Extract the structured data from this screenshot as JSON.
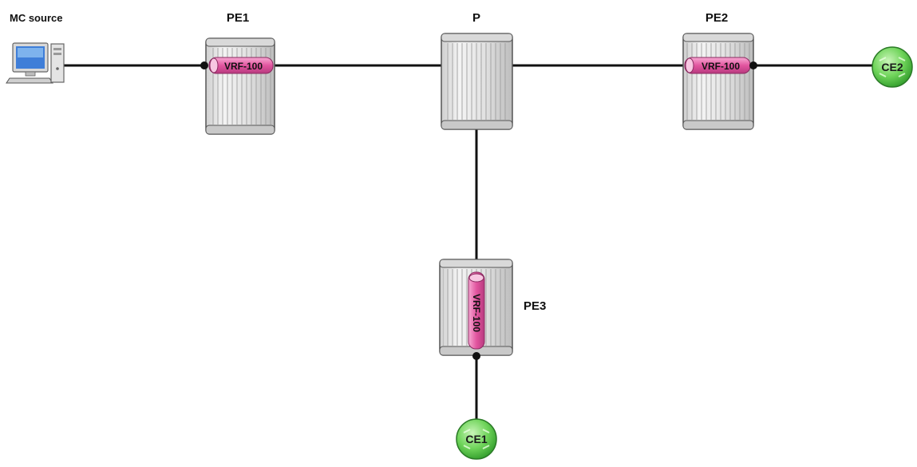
{
  "source": {
    "label": "MC source",
    "icon": "desktop-computer-icon"
  },
  "routers": {
    "pe1": {
      "label": "PE1",
      "vrf": "VRF-100"
    },
    "p": {
      "label": "P"
    },
    "pe2": {
      "label": "PE2",
      "vrf": "VRF-100"
    },
    "pe3": {
      "label": "PE3",
      "vrf": "VRF-100"
    }
  },
  "ce": {
    "ce1": {
      "label": "CE1"
    },
    "ce2": {
      "label": "CE2"
    }
  },
  "colors": {
    "link": "#111111",
    "vrf": "#e85aa8",
    "ce_fill": "#5cc84a",
    "router_fill": "#e6e6e6"
  }
}
